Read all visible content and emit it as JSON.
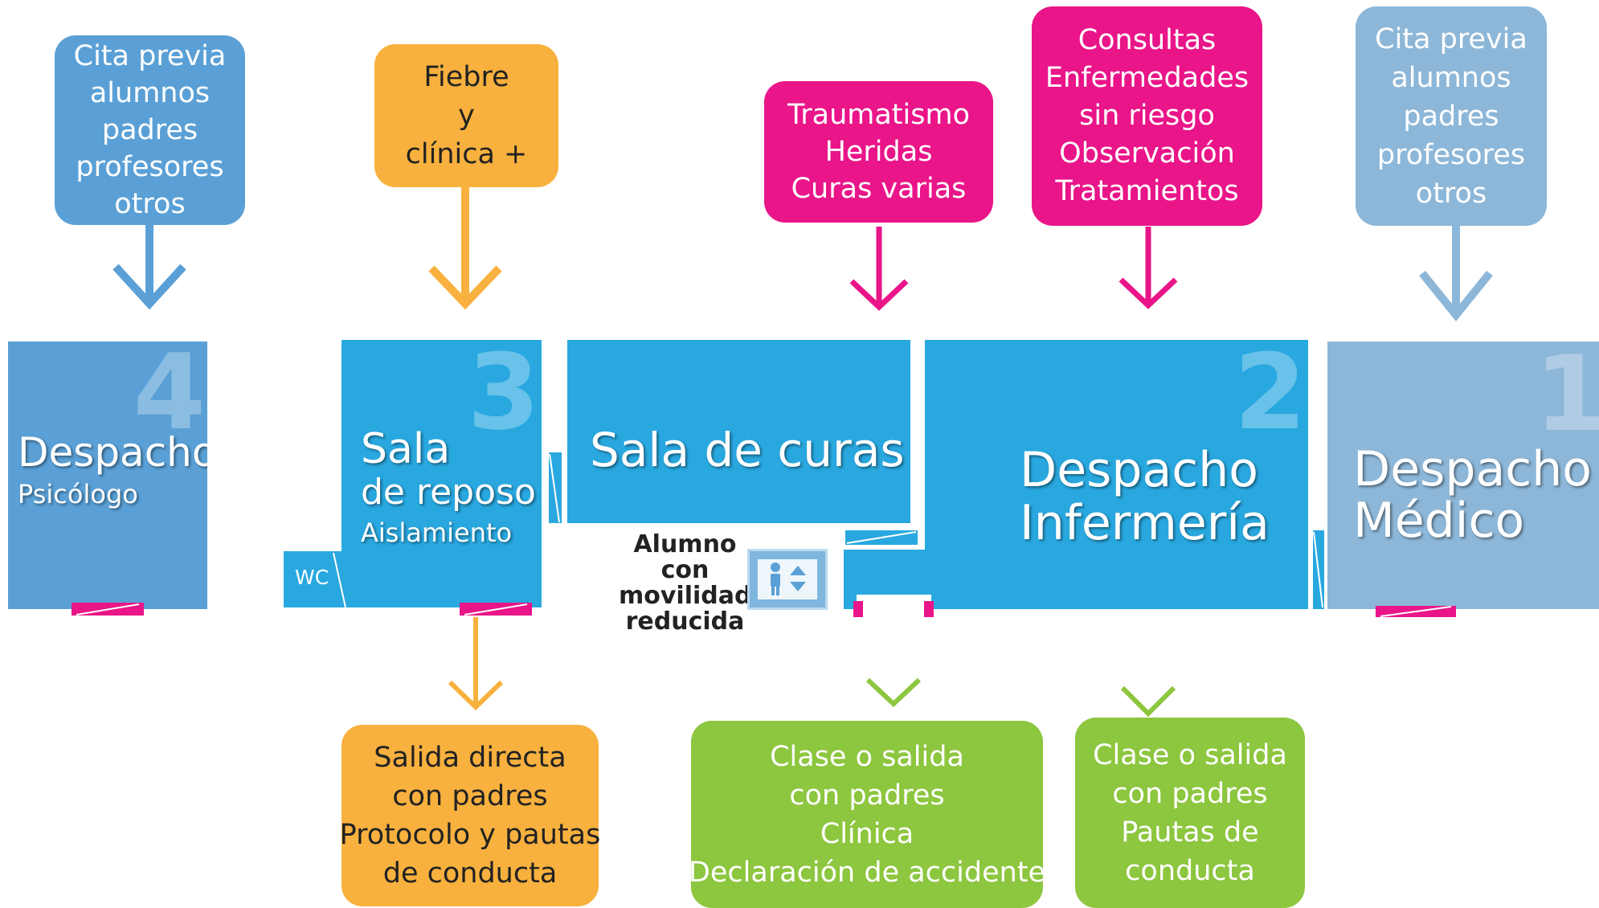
{
  "colors": {
    "blue_dark": "#5aa0d6",
    "blue": "#29a8e0",
    "blue_grey": "#8db7d8",
    "orange": "#f8b13e",
    "magenta": "#e91589",
    "green": "#8dc63f",
    "text_dark": "#222222"
  },
  "inputs": {
    "psicologo": [
      "Cita previa",
      "alumnos",
      "padres",
      "profesores",
      "otros"
    ],
    "reposo": [
      "Fiebre",
      "y",
      "clínica +"
    ],
    "curas": [
      "Traumatismo",
      "Heridas",
      "Curas varias"
    ],
    "enfermeria": [
      "Consultas",
      "Enfermedades",
      "sin riesgo",
      "Observación",
      "Tratamientos"
    ],
    "medico": [
      "Cita previa",
      "alumnos",
      "padres",
      "profesores",
      "otros"
    ]
  },
  "rooms": {
    "r4": {
      "number": "4",
      "title": "Despacho",
      "subtitle": "Psicólogo"
    },
    "r3": {
      "number": "3",
      "title": "Sala",
      "title2": "de reposo",
      "subtitle": "Aislamiento",
      "wc": "WC"
    },
    "curas": {
      "title": "Sala de curas"
    },
    "r2": {
      "number": "2",
      "title": "Despacho",
      "title2": "Infermería"
    },
    "r1": {
      "number": "1",
      "title": "Despacho",
      "title2": "Médico"
    }
  },
  "elevator_label": [
    "Alumno",
    "con",
    "movilidad",
    "reducida"
  ],
  "outputs": {
    "reposo": [
      "Salida directa",
      "con padres",
      "Protocolo y pautas",
      "de conducta"
    ],
    "curas": [
      "Clase o salida",
      "con padres",
      "Clínica",
      "Declaración de accidente"
    ],
    "enfermeria": [
      "Clase o salida",
      "con padres",
      "Pautas de",
      "conducta"
    ]
  }
}
